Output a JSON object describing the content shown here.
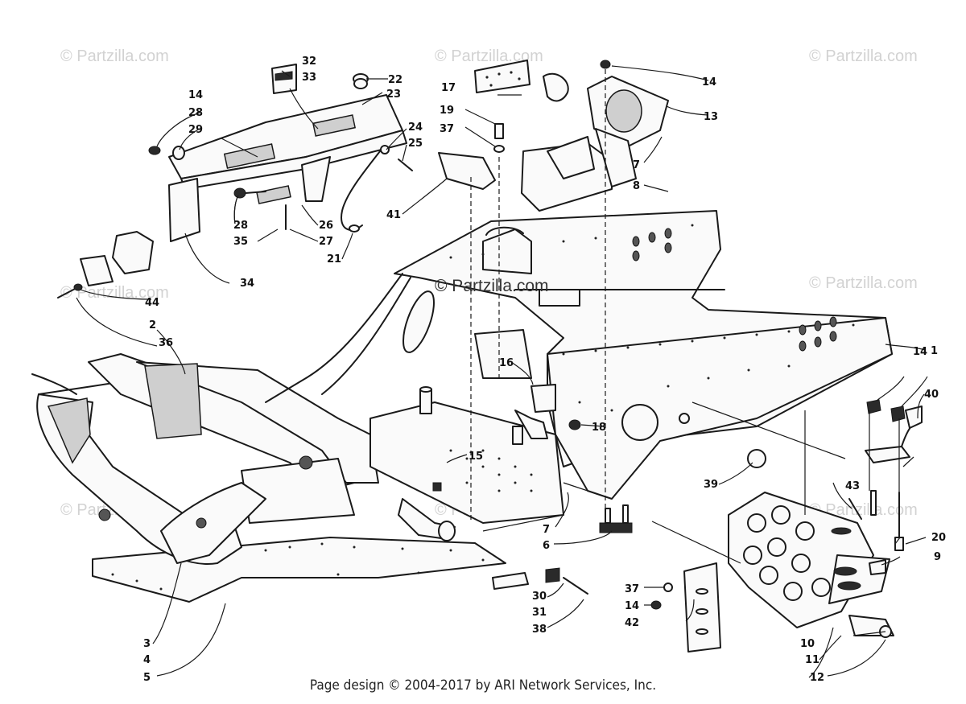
{
  "watermarks": [
    "© Partzilla.com",
    "© Partzilla.com",
    "© Partzilla.com",
    "© Partzilla.com",
    "© Partzilla.com",
    "© Partzilla.com",
    "© Partzilla.com",
    "© Partzilla.com",
    "© Partzilla.com"
  ],
  "center_watermark": "© Partzilla.com",
  "footer": "Page design © 2004-2017 by ARI Network Services, Inc.",
  "callouts": [
    "1",
    "2",
    "3",
    "4",
    "5",
    "6",
    "7",
    "7",
    "8",
    "9",
    "10",
    "11",
    "12",
    "13",
    "14",
    "14",
    "14",
    "14",
    "15",
    "16",
    "17",
    "18",
    "19",
    "20",
    "21",
    "22",
    "23",
    "24",
    "25",
    "26",
    "27",
    "28",
    "28",
    "29",
    "30",
    "31",
    "32",
    "33",
    "34",
    "35",
    "36",
    "37",
    "37",
    "38",
    "39",
    "40",
    "41",
    "42",
    "43",
    "44"
  ]
}
